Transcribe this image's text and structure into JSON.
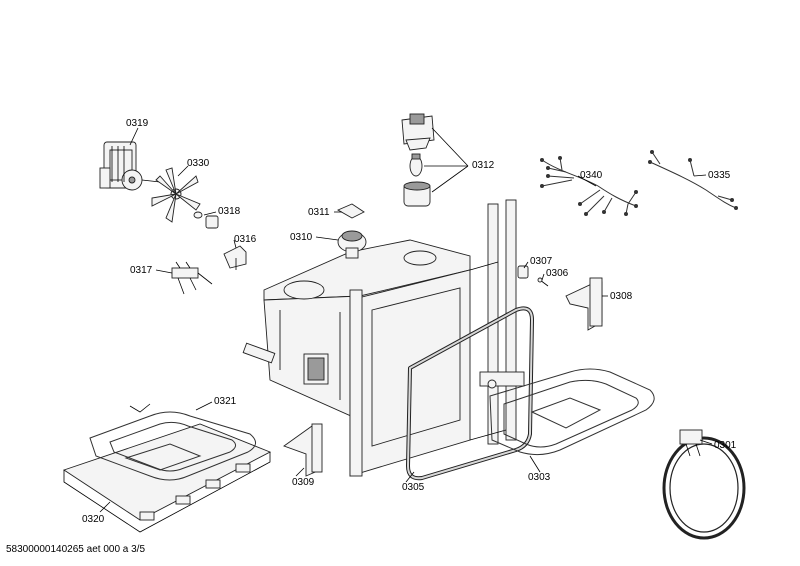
{
  "labels": {
    "p0319": "0319",
    "p0330": "0330",
    "p0318": "0318",
    "p0316": "0316",
    "p0317": "0317",
    "p0311": "0311",
    "p0310": "0310",
    "p0312": "0312",
    "p0340": "0340",
    "p0335": "0335",
    "p0307": "0307",
    "p0306": "0306",
    "p0308": "0308",
    "p0321": "0321",
    "p0309": "0309",
    "p0305": "0305",
    "p0303": "0303",
    "p0301": "0301",
    "p0320": "0320"
  },
  "footer": "58300000140265 aet 000 a 3/5"
}
